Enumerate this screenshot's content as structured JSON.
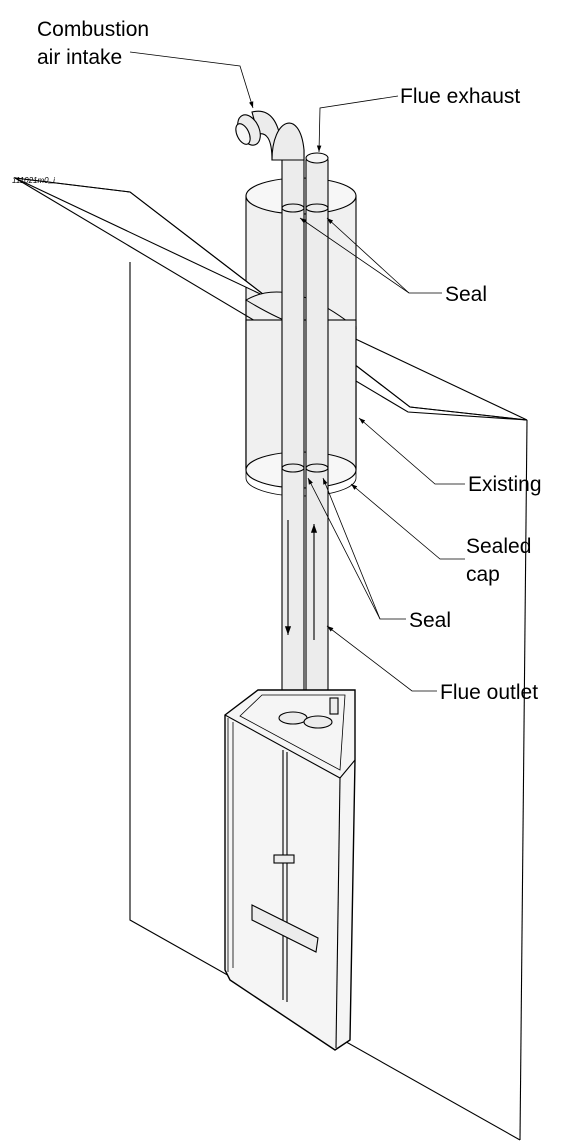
{
  "drawing_code": "111021m0_i",
  "labels": {
    "combustion_line1": "Combustion",
    "combustion_line2": "air intake",
    "flue_exhaust": "Flue exhaust",
    "seal_upper": "Seal",
    "existing": "Existing",
    "sealed_line1": "Sealed",
    "sealed_line2": "cap",
    "seal_lower": "Seal",
    "flue_outlet": "Flue outlet"
  }
}
